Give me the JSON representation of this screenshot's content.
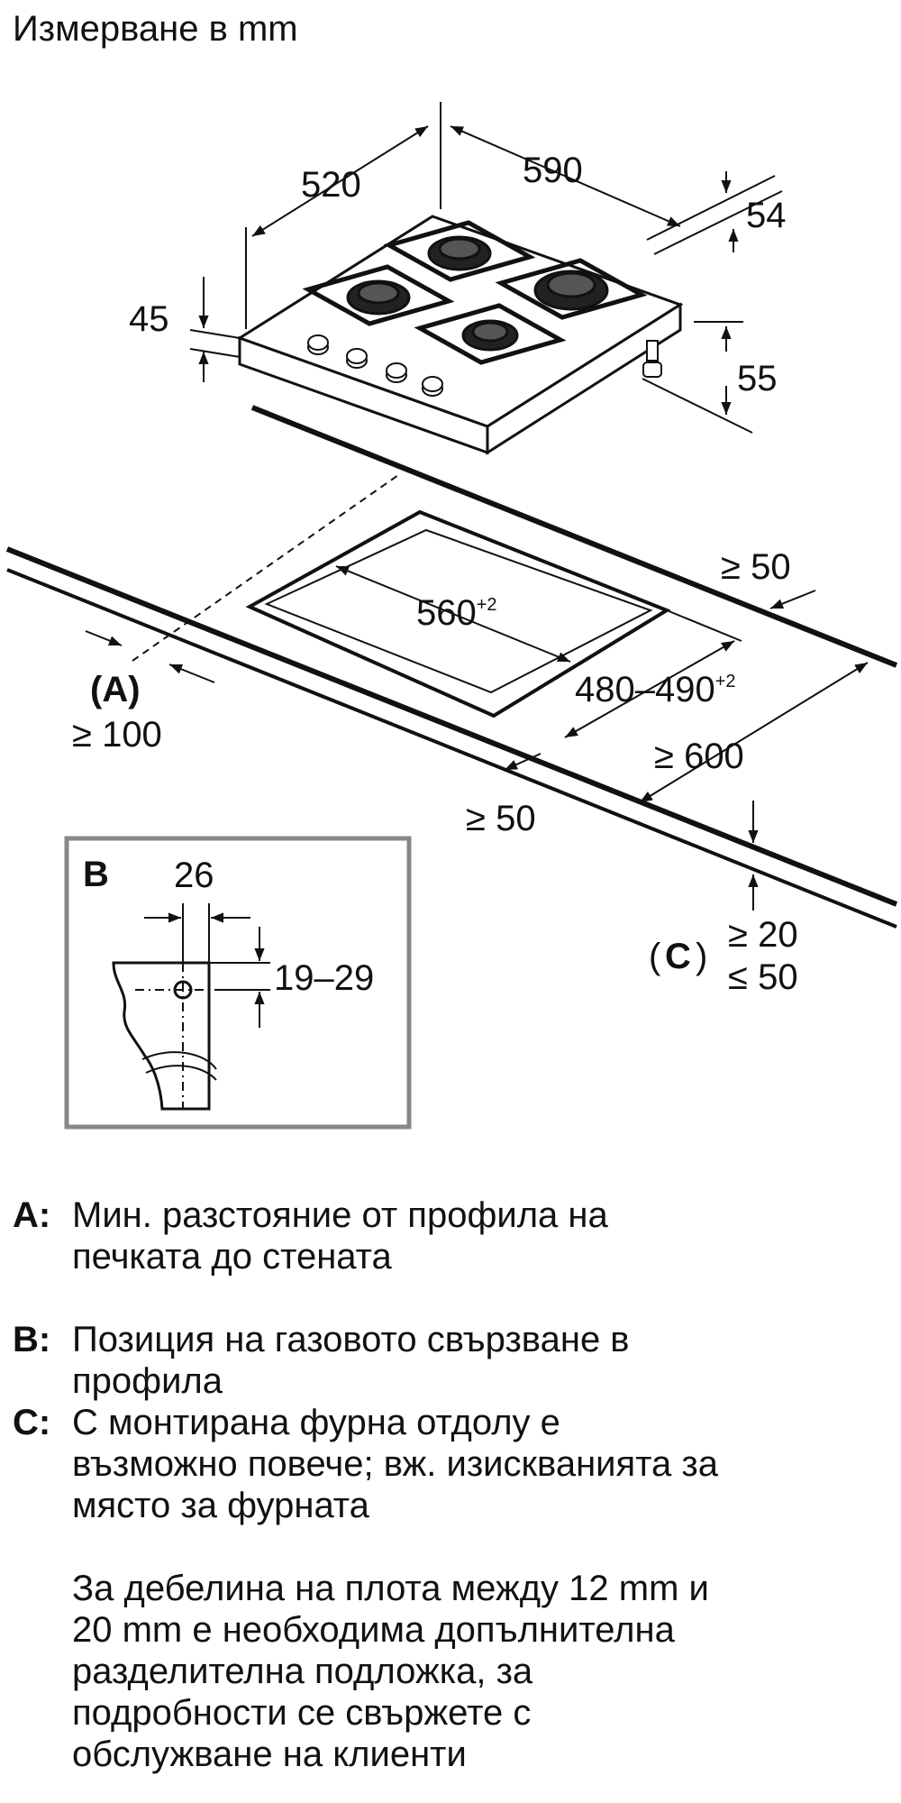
{
  "title": "Измерване в mm",
  "dimensions": {
    "width_top": "520",
    "depth_top": "590",
    "side_54": "54",
    "front_45": "45",
    "height_55": "55",
    "cutout_width": "560",
    "cutout_width_tol": "+2",
    "cutout_depth": "480–490",
    "cutout_depth_tol": "+2",
    "back_clearance": "≥ 50",
    "front_clearance": "≥ 50",
    "counter_depth": "≥ 600",
    "wall_min": "≥ 100",
    "c_min": "≥ 20",
    "c_max": "≤ 50"
  },
  "labels": {
    "a": "(A)",
    "b": "B",
    "c_open": "(",
    "c": "C",
    "c_close": ")"
  },
  "detail_b": {
    "width": "26",
    "height": "19–29"
  },
  "legend": [
    {
      "key": "A:",
      "text": "Мин. разстояние от профила на\nпечката до стената"
    },
    {
      "key": "B:",
      "text": "Позиция на газовото свързване в\nпрофила"
    },
    {
      "key": "C:",
      "text": "С монтирана фурна отдолу е\nвъзможно повече; вж. изискванията за\nмясто за фурната"
    }
  ],
  "note": "За дебелина на плота между 12 mm и\n20 mm е необходима допълнителна\nразделителна подложка, за\nподробности се свържете с\nобслужване на клиенти"
}
